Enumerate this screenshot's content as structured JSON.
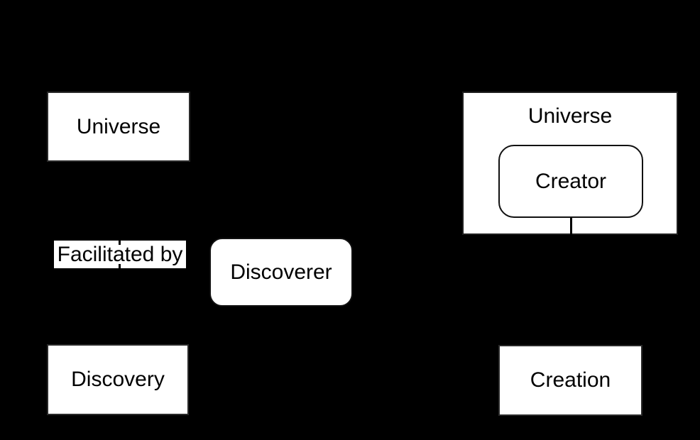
{
  "diagram": {
    "background_color": "#000000",
    "node_fill_color": "#ffffff",
    "node_text_color": "#000000",
    "left_column": {
      "universe_label": "Universe",
      "facilitated_by_label": "Facilitated by",
      "discoverer_label": "Discoverer",
      "discovery_label": "Discovery"
    },
    "right_column": {
      "universe_label": "Universe",
      "creator_label": "Creator",
      "creation_label": "Creation"
    }
  }
}
